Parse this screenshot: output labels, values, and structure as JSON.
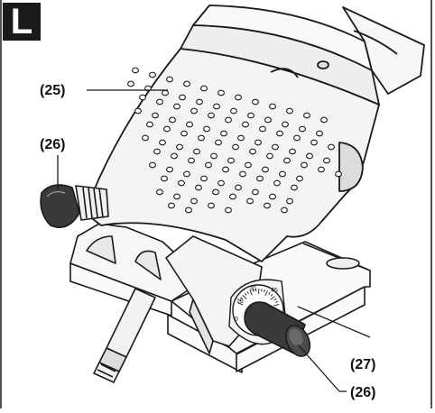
{
  "figure": {
    "panel_letter": "L",
    "callouts": {
      "body_label": "(25)",
      "lever_left_label": "(26)",
      "scale_label": "(27)",
      "lever_right_label": "(26)"
    },
    "scale_marks": [
      "0",
      "15",
      "30",
      "45"
    ],
    "colors": {
      "line": "#1a1a1a",
      "body_fill": "#f4f4f4",
      "base_fill": "#fafafa",
      "knob_fill": "#3a3a3a",
      "hole_fill": "#ffffff",
      "panel_box": "#1a1a1a"
    }
  }
}
